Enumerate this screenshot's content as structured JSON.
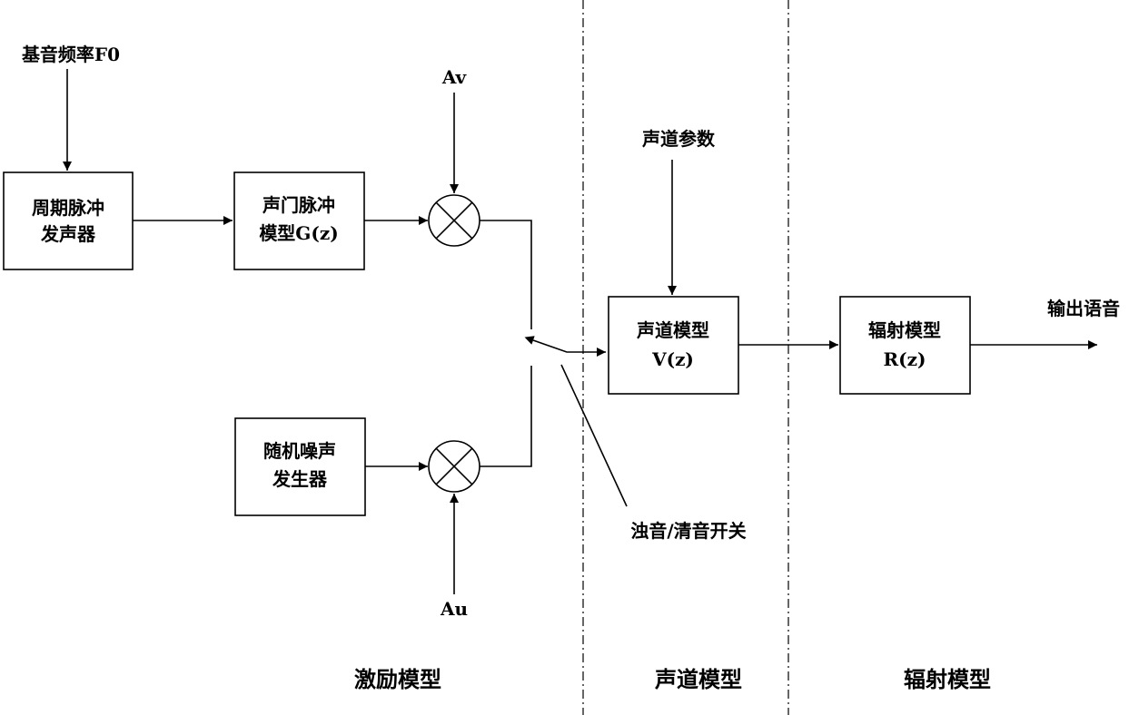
{
  "inputs": {
    "f0": "基音频率F0",
    "av": "Av",
    "au": "Au",
    "tract_params": "声道参数"
  },
  "blocks": {
    "pulse_gen": [
      "周期脉冲",
      "发声器"
    ],
    "glottal": [
      "声门脉冲",
      "模型G(z)"
    ],
    "noise_gen": [
      "随机噪声",
      "发生器"
    ],
    "vocal_tract": [
      "声道模型",
      "V(z)"
    ],
    "radiation": [
      "辐射模型",
      "R(z)"
    ]
  },
  "switch_label": "浊音/清音开关",
  "output_label": "输出语音",
  "sections": {
    "excitation": "激励模型",
    "tract": "声道模型",
    "radiation": "辐射模型"
  }
}
